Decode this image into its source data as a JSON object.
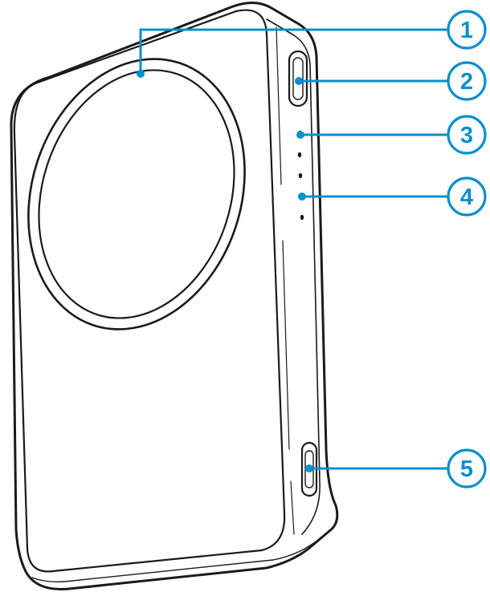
{
  "figure": {
    "subject": "power-bank-device",
    "accent_color": "#0a8fcf",
    "outline_color": "#1a1a1a"
  },
  "callouts": [
    {
      "number": "1",
      "target": "magnetic-charging-ring"
    },
    {
      "number": "2",
      "target": "power-button"
    },
    {
      "number": "3",
      "target": "indicator-led-top"
    },
    {
      "number": "4",
      "target": "indicator-led-bottom"
    },
    {
      "number": "5",
      "target": "usb-c-port"
    }
  ]
}
